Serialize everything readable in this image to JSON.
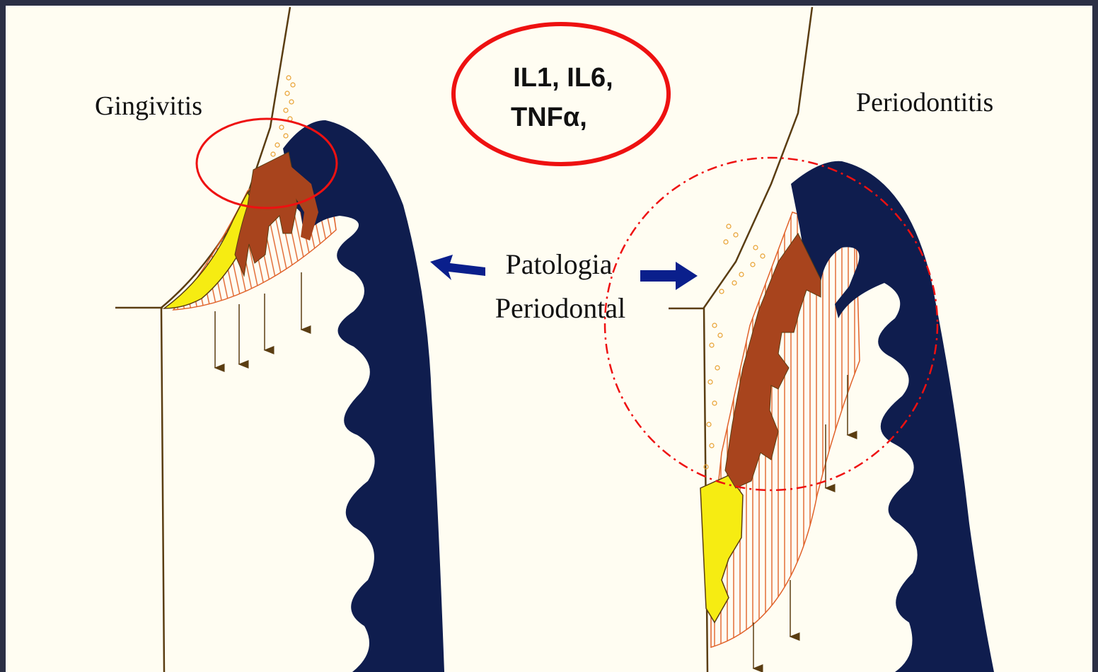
{
  "labels": {
    "gingivitis": "Gingivitis",
    "periodontitis": "Periodontitis",
    "patologia_line1": "Patologia",
    "patologia_line2": "Periodontal",
    "cytokines_line1": "IL1, IL6,",
    "cytokines_line2": "TNFα,"
  },
  "colors": {
    "frame": "#2b2f45",
    "background": "#fffdf2",
    "bone": "#0f1d4e",
    "inflamed_tissue": "#a8441d",
    "plaque": "#f6ec12",
    "hatch": "#e0622a",
    "outline": "#5a3d12",
    "arrow": "#0a1f8c",
    "highlight": "#ee1111",
    "cells": "#e8a030"
  },
  "icons": {
    "left_arrow": "arrow-left-icon",
    "right_arrow": "arrow-right-icon"
  }
}
